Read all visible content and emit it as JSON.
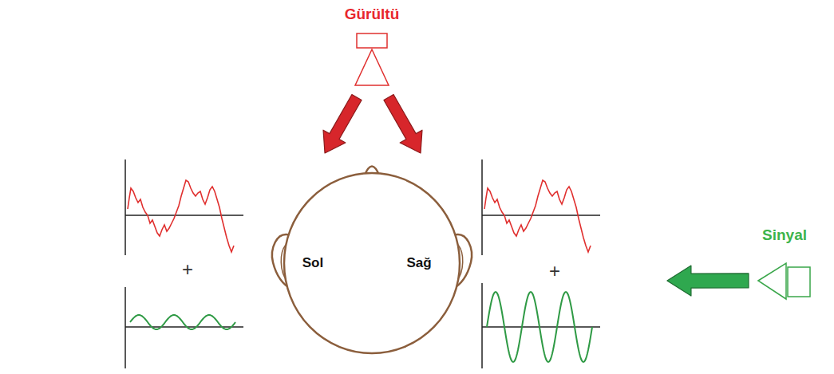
{
  "diagram": {
    "nodes": [
      {
        "text": [
          "Gürültü"
        ]
      },
      {
        "text": [
          "Sol",
          "Sağ"
        ]
      },
      {
        "text": [
          "Sinyal"
        ]
      }
    ],
    "edges": [
      {
        "from": 0,
        "to": 1,
        "arrow": "to"
      },
      {
        "from": 0,
        "to": 1,
        "arrow": "to"
      },
      {
        "from": 2,
        "to": 1,
        "arrow": "to"
      }
    ],
    "labels": [
      "+",
      "+"
    ]
  }
}
